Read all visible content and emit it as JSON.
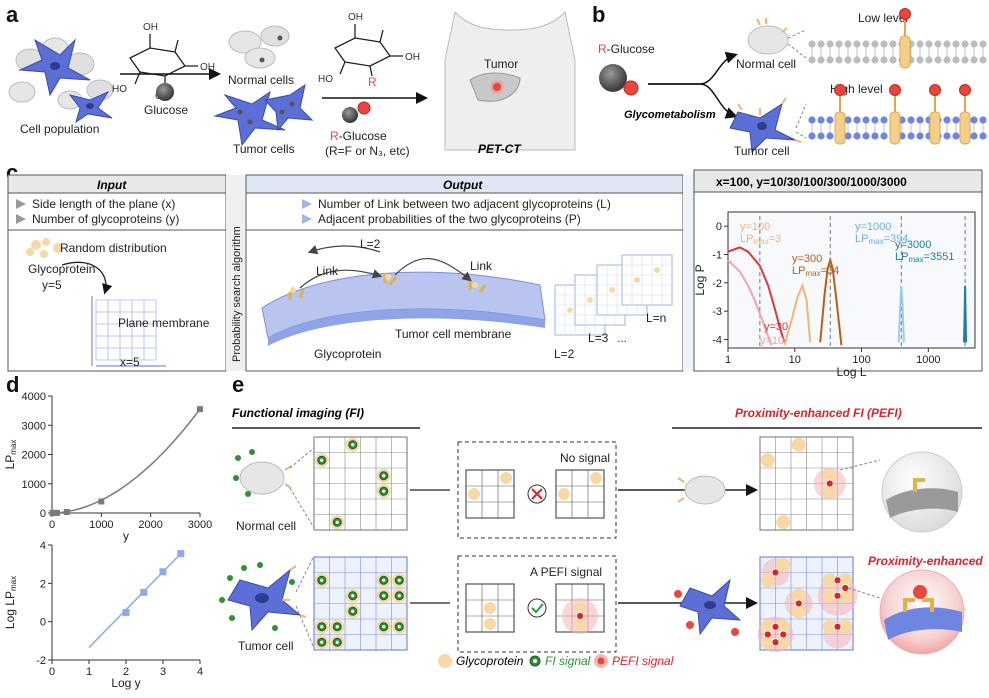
{
  "panel_a": {
    "letter": "a",
    "cell_population": "Cell population",
    "glucose": "Glucose",
    "normal_cells": "Normal cells",
    "tumor_cells": "Tumor cells",
    "r_label": "R",
    "r_glucose_prefix": "R",
    "r_glucose_suffix": "-Glucose",
    "r_note": "(R=F or N₃, etc)",
    "tumor": "Tumor",
    "petct": "PET-CT"
  },
  "panel_b": {
    "letter": "b",
    "r_glucose_prefix": "R",
    "r_glucose_suffix": "-Glucose",
    "glycometabolism": "Glycometabolism",
    "normal_cell": "Normal cell",
    "tumor_cell": "Tumor cell",
    "low_level": "Low level",
    "high_level": "High level"
  },
  "panel_c": {
    "letter": "c",
    "input_title": "Input",
    "input_items": [
      "Side length of the plane (x)",
      "Number of glycoproteins (y)"
    ],
    "random_distribution": "Random distribution",
    "glycoprotein": "Glycoprotein",
    "y5": "y=5",
    "plane_membrane": "Plane membrane",
    "x5": "x=5",
    "algorithm": "Probability search algorithm",
    "output_title": "Output",
    "output_items": [
      "Number of Link between two adjacent glycoproteins (L)",
      "Adjacent probabilities of the two glycoproteins (P)"
    ],
    "l2_top": "L=2",
    "link": "Link",
    "tumor_membrane": "Tumor cell membrane",
    "glycoprotein2": "Glycoprotein",
    "l3": "L=3",
    "ln": "L=n",
    "l2": "L=2",
    "dots": "...",
    "chart_header": "x=100, y=10/30/100/300/1000/3000"
  },
  "chart_data": [
    {
      "id": "c-logP",
      "type": "line",
      "xlabel": "Log L",
      "ylabel": "Log P",
      "xscale": "log",
      "xlim": [
        1,
        5000
      ],
      "ylim": [
        -4.3,
        0.5
      ],
      "xticks": [
        "1",
        "10",
        "100",
        "1000"
      ],
      "yticks": [
        "0",
        "-1",
        "-2",
        "-3",
        "-4"
      ],
      "grid": false,
      "series": [
        {
          "name": "y=10",
          "color": "#f4a3a8",
          "x": [
            1,
            1.5,
            2,
            2.5,
            3,
            3.5,
            4,
            4.5
          ],
          "y": [
            -1.2,
            -1.6,
            -2.1,
            -2.6,
            -3.1,
            -3.5,
            -3.9,
            -4.2
          ]
        },
        {
          "name": "y=30",
          "color": "#d93a3a",
          "x": [
            1,
            1.5,
            2,
            3,
            4,
            5,
            6,
            7
          ],
          "y": [
            -0.9,
            -0.75,
            -0.9,
            -1.4,
            -2.1,
            -2.9,
            -3.6,
            -4.1
          ]
        },
        {
          "name": "y=100",
          "color": "#f2b477",
          "x": [
            7,
            9,
            11,
            13,
            15,
            17
          ],
          "y": [
            -4.2,
            -3.3,
            -2.5,
            -2.1,
            -2.6,
            -4.1
          ]
        },
        {
          "name": "y=300",
          "color": "#b85f14",
          "x": [
            24,
            28,
            31,
            34,
            37,
            42,
            50
          ],
          "y": [
            -4.1,
            -2.4,
            -1.5,
            -1.2,
            -1.5,
            -2.6,
            -4.2
          ]
        },
        {
          "name": "y=1000",
          "color": "#9ec9ef",
          "x": [
            360,
            380,
            394,
            410,
            430
          ],
          "y": [
            -4.1,
            -2.8,
            -2.1,
            -2.8,
            -4.1
          ]
        },
        {
          "name": "y=3000",
          "color": "#1f7f9c",
          "x": [
            3420,
            3500,
            3551,
            3600,
            3680
          ],
          "y": [
            -4.1,
            -3.0,
            -2.1,
            -3.0,
            -4.1
          ]
        }
      ],
      "annotations": [
        {
          "line1": "y=100",
          "lpmax": "3",
          "color": "#f2b477"
        },
        {
          "line1": "y=300",
          "lpmax": "34",
          "color": "#b85f14"
        },
        {
          "line1": "y=1000",
          "lpmax": "394",
          "color": "#6aaee6"
        },
        {
          "line1": "y=3000",
          "lpmax": "3551",
          "color": "#1f7f9c"
        },
        {
          "line1": "y=30",
          "color": "#d93a3a"
        },
        {
          "line1": "y=10",
          "color": "#f4a3a8"
        }
      ],
      "lp_prefix": "LP",
      "lp_sub": "max",
      "eq": "="
    },
    {
      "id": "d-top",
      "type": "scatter",
      "xlabel": "y",
      "ylabel": "LPmax",
      "xlim": [
        0,
        3000
      ],
      "ylim": [
        0,
        4000
      ],
      "xticks": [
        "0",
        "1000",
        "2000",
        "3000"
      ],
      "yticks": [
        "0",
        "1000",
        "2000",
        "3000",
        "4000"
      ],
      "x": [
        10,
        30,
        100,
        300,
        1000,
        3000
      ],
      "y": [
        3,
        3,
        3,
        34,
        394,
        3551
      ],
      "color": "#7a7a7a",
      "fit": "quadratic"
    },
    {
      "id": "d-bottom",
      "type": "scatter",
      "xlabel": "Log y",
      "ylabel": "Log LPmax",
      "xlim": [
        0,
        4
      ],
      "ylim": [
        -2,
        4
      ],
      "xticks": [
        "0",
        "1",
        "2",
        "3",
        "4"
      ],
      "yticks": [
        "-2",
        "0",
        "2",
        "4"
      ],
      "x": [
        2,
        2.48,
        3,
        3.48
      ],
      "y": [
        0.48,
        1.53,
        2.6,
        3.55
      ],
      "color": "#8fa8e8",
      "fit_x": [
        1.0,
        3.48
      ],
      "fit_y": [
        -1.35,
        3.55
      ]
    }
  ],
  "panel_d": {
    "letter": "d",
    "ylab_top_prefix": "LP",
    "ylab_top_sub": "max",
    "ylab_bot_prefix": "Log LP",
    "ylab_bot_sub": "max"
  },
  "panel_e": {
    "letter": "e",
    "fi_title": "Functional imaging (FI)",
    "pefi_title": "Proximity-enhanced FI (PEFI)",
    "normal_cell": "Normal cell",
    "tumor_cell": "Tumor cell",
    "no_signal": "No signal",
    "a_pefi_signal": "A PEFI signal",
    "proximity_enhanced": "Proximity-enhanced",
    "legend_glyco": "Glycoprotein",
    "legend_fi": "FI signal",
    "legend_pefi": "PEFI signal"
  },
  "colors": {
    "tumor_blue": "#5b6fd6",
    "normal_grey": "#d9d9d9",
    "red_probe": "#e8473e",
    "glyco_peach": "#f8d9a6",
    "green_fi": "#2f8f3a",
    "pefi_title": "#d9242a"
  }
}
